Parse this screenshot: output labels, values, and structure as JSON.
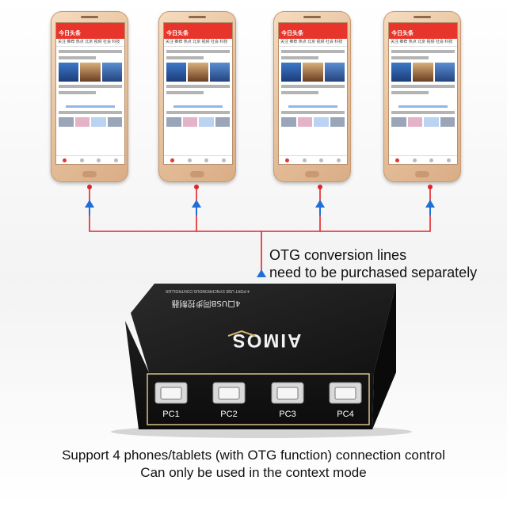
{
  "otg_note": {
    "line1": "OTG conversion lines",
    "line2": "need to be purchased separately"
  },
  "device": {
    "brand": "AIMOS",
    "ports": [
      "PC1",
      "PC2",
      "PC3",
      "PC4"
    ],
    "top_label_mirrored": "4口USB同步控制器",
    "top_sublabel_mirrored": "4 PORT USB SYNCHRONOUS CONTROLLER"
  },
  "caption": {
    "line1": "Support 4 phones/tablets (with OTG function) connection control",
    "line2": "Can only be used in the context mode"
  },
  "phone_screen": {
    "app_name": "今日头条",
    "tabs": "关注 推荐 热点 北京 视频 社会 科技"
  },
  "colors": {
    "wire": "#e0252a",
    "arrow": "#1f6fd6",
    "device_body": "#1b1b1b",
    "port_panel_border": "#d8c08a"
  }
}
